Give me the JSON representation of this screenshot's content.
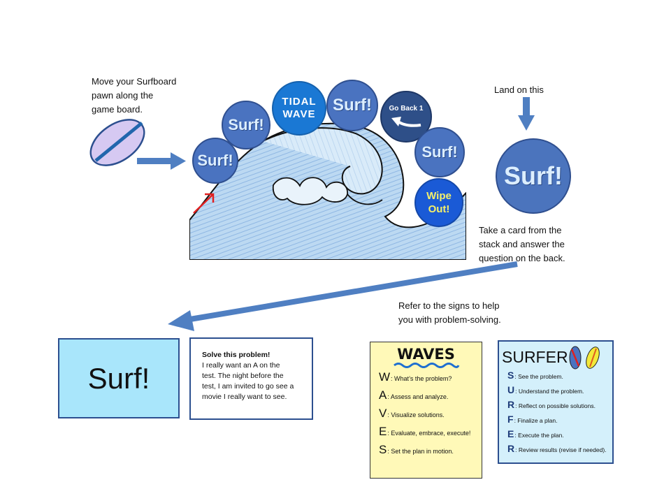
{
  "notes": {
    "move_pawn": [
      "Move your Surfboard",
      "pawn along the",
      "game board."
    ],
    "land_on": "Land on this",
    "take_card": [
      "Take a card from the",
      "stack and answer the",
      "question on the back."
    ],
    "refer_signs": [
      "Refer to the  signs to help",
      "you with problem-solving."
    ]
  },
  "board": {
    "spaces": [
      {
        "label": "Surf!",
        "kind": "surf"
      },
      {
        "label": "Surf!",
        "kind": "surf"
      },
      {
        "label": "TIDAL WAVE",
        "kind": "tidal"
      },
      {
        "label": "Surf!",
        "kind": "surf"
      },
      {
        "label": "Go Back 1",
        "kind": "goback"
      },
      {
        "label": "Surf!",
        "kind": "surf"
      },
      {
        "label": "Wipe Out!",
        "kind": "wipeout"
      }
    ],
    "tidal_line1": "TIDAL",
    "tidal_line2": "WAVE",
    "wipe_line1": "Wipe",
    "wipe_line2": "Out!"
  },
  "big_token_label": "Surf!",
  "surf_card": {
    "label": "Surf!"
  },
  "problem_card": {
    "title": "Solve this problem!",
    "lines": [
      "I really want an A on the",
      "test.  The night before the",
      "test, I am invited to go see a",
      "movie I really want to see."
    ]
  },
  "waves_sign": {
    "title": "WAVES",
    "rows": [
      {
        "letter": "W",
        "text": ": What’s the problem?"
      },
      {
        "letter": "A",
        "text": ": Assess and analyze."
      },
      {
        "letter": "V",
        "text": ": Visualize solutions."
      },
      {
        "letter": "E",
        "text": ": Evaluate, embrace, execute!"
      },
      {
        "letter": "S",
        "text": ": Set the plan in motion."
      }
    ]
  },
  "surfer_sign": {
    "title": "SURFER",
    "rows": [
      {
        "letter": "S",
        "text": ": See the problem."
      },
      {
        "letter": "U",
        "text": ": Understand the problem."
      },
      {
        "letter": "R",
        "text": ": Reflect on possible solutions."
      },
      {
        "letter": "F",
        "text": ": Finalize a plan."
      },
      {
        "letter": "E",
        "text": ": Execute the plan."
      },
      {
        "letter": "R",
        "text": ": Review results (revise if needed)."
      }
    ]
  },
  "colors": {
    "token_blue": "#4a73c0",
    "card_blue": "#a9e6fb",
    "sign_yellow": "#fff9b8",
    "sign_lightblue": "#d4f0fb",
    "arrow_blue": "#4f7fc2",
    "pawn_lilac": "#d6c9f2"
  }
}
